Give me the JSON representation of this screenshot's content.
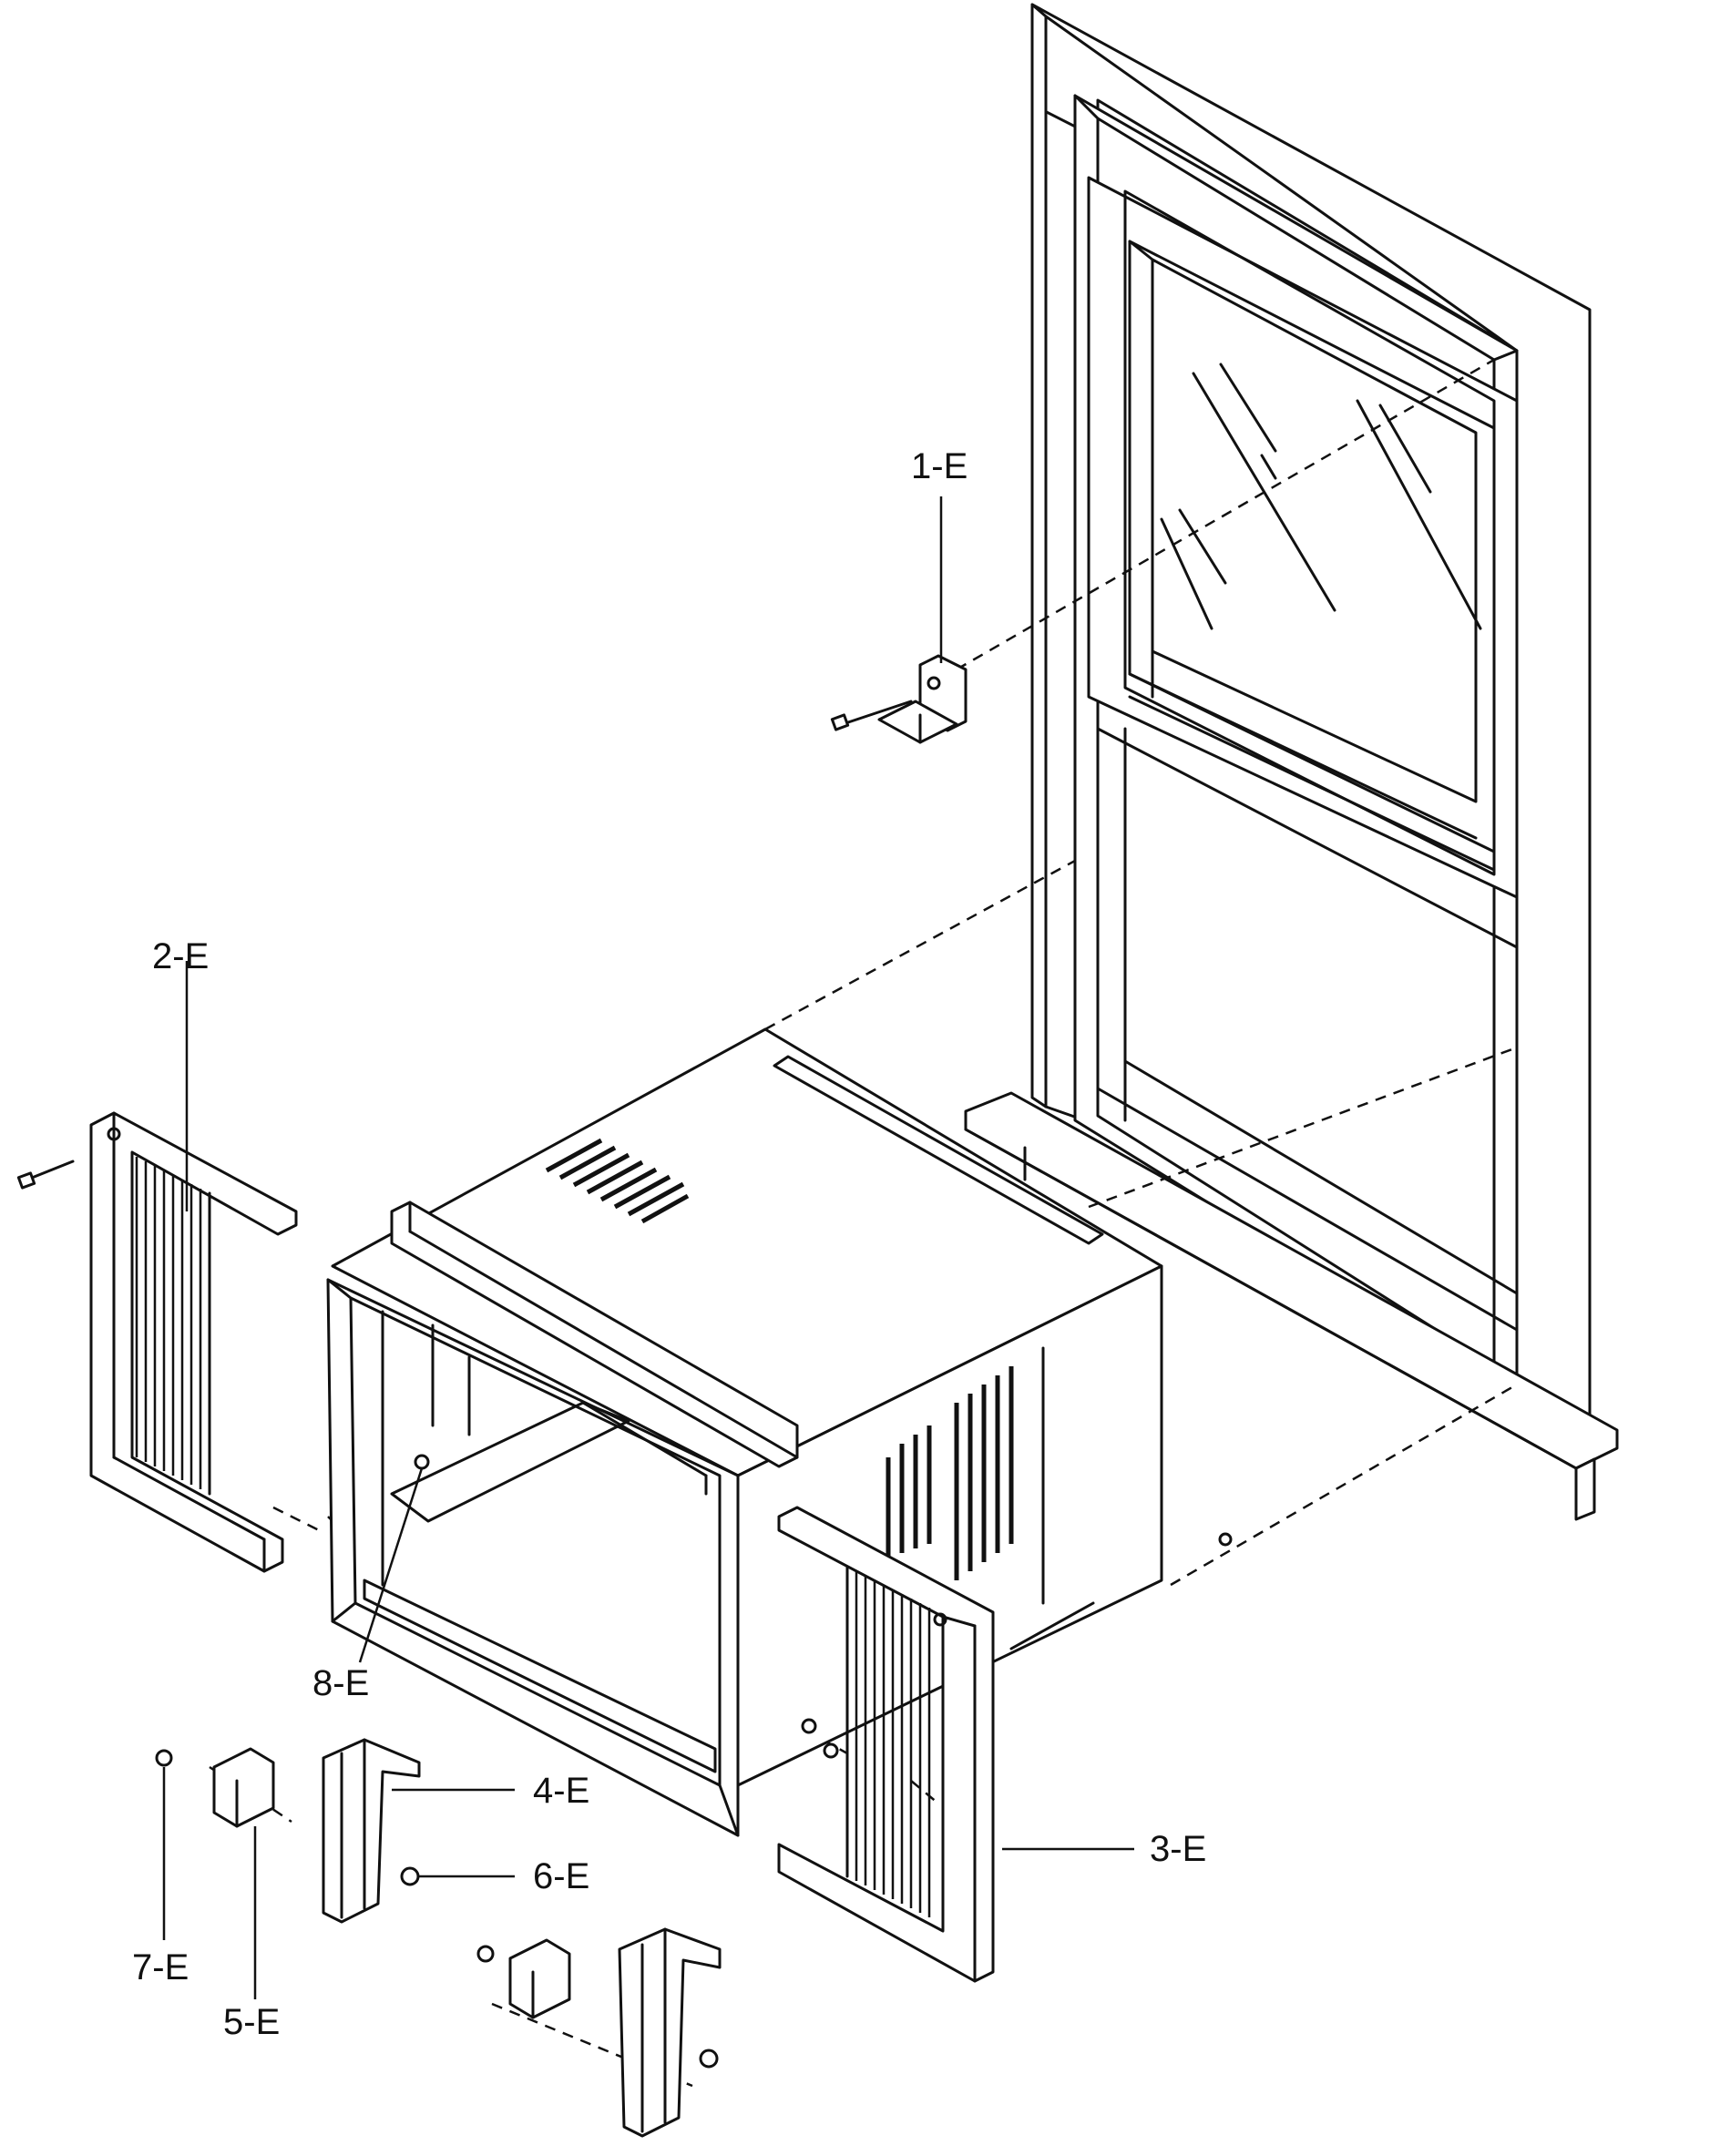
{
  "diagram": {
    "callouts": [
      {
        "id": "1-E",
        "text": "1-E"
      },
      {
        "id": "2-E",
        "text": "2-E"
      },
      {
        "id": "3-E",
        "text": "3-E"
      },
      {
        "id": "4-E",
        "text": "4-E"
      },
      {
        "id": "5-E",
        "text": "5-E"
      },
      {
        "id": "6-E",
        "text": "6-E"
      },
      {
        "id": "7-E",
        "text": "7-E"
      },
      {
        "id": "8-E",
        "text": "8-E"
      }
    ]
  }
}
